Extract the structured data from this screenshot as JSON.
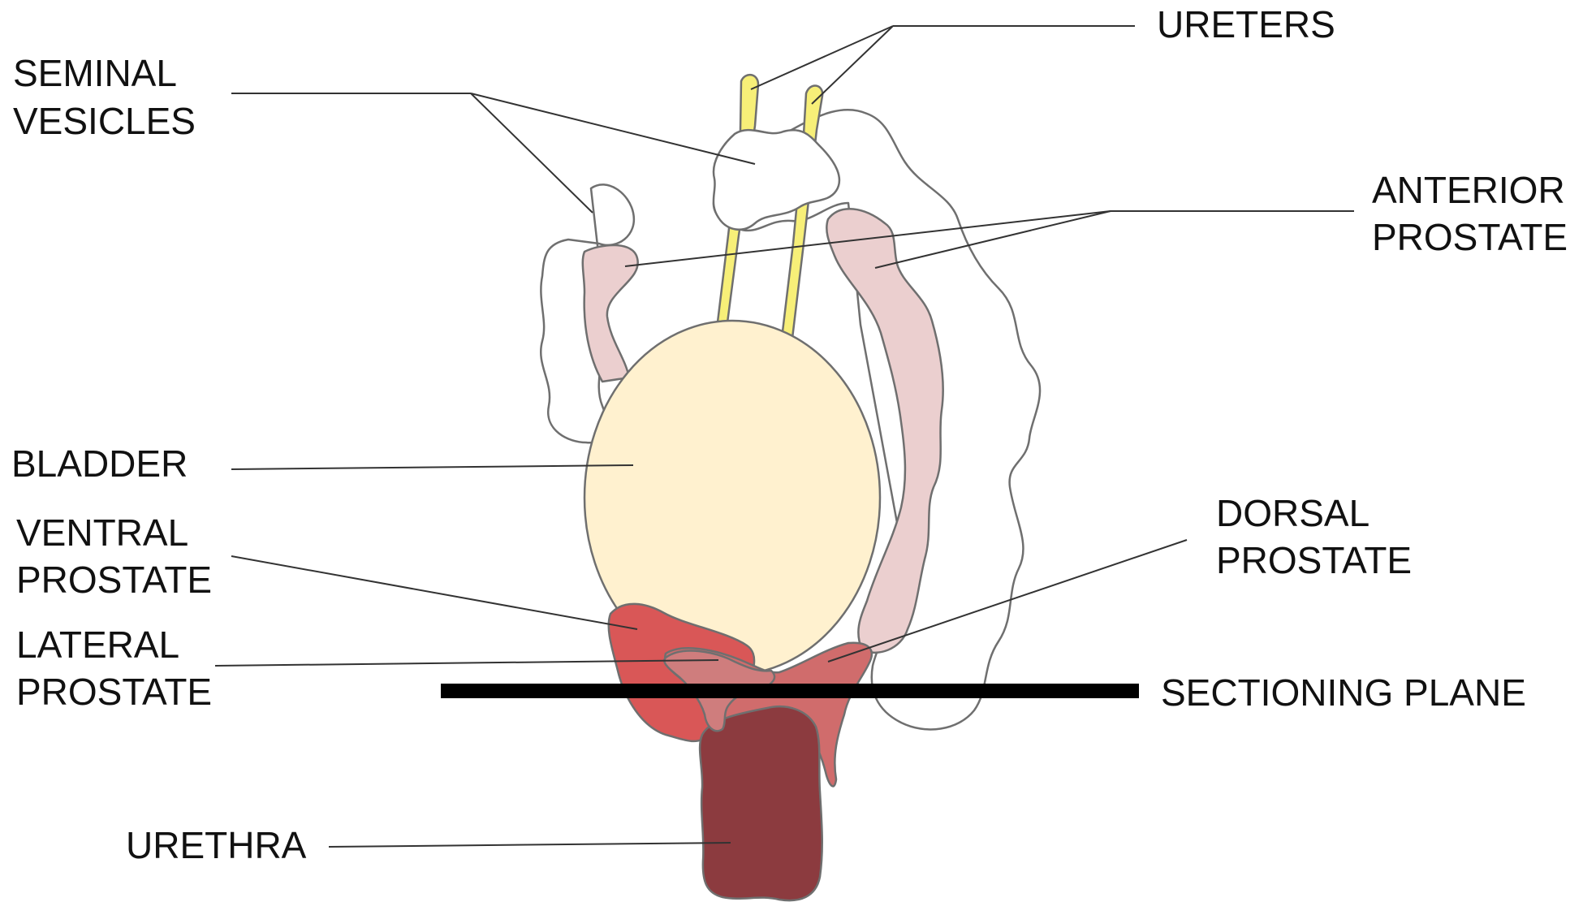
{
  "labels": {
    "ureters": "URETERS",
    "seminal_vesicles": [
      "SEMINAL",
      "VESICLES"
    ],
    "anterior_prostate": [
      "ANTERIOR",
      "PROSTATE"
    ],
    "bladder": "BLADDER",
    "ventral_prostate": [
      "VENTRAL",
      "PROSTATE"
    ],
    "dorsal_prostate": [
      "DORSAL",
      "PROSTATE"
    ],
    "lateral_prostate": [
      "LATERAL",
      "PROSTATE"
    ],
    "sectioning_plane": "SECTIONING PLANE",
    "urethra": "URETHRA"
  },
  "colors": {
    "ureters": "#f7ef78",
    "seminal_vesicles": "#ffffff",
    "anterior_prostate": "#ebcfcf",
    "bladder": "#fff1cf",
    "ventral_prostate": "#d95757",
    "lateral_prostate": "#cf7d7d",
    "dorsal_prostate": "#d06c6c",
    "urethra": "#8c3b3f",
    "sectioning_plane": "#000000"
  }
}
